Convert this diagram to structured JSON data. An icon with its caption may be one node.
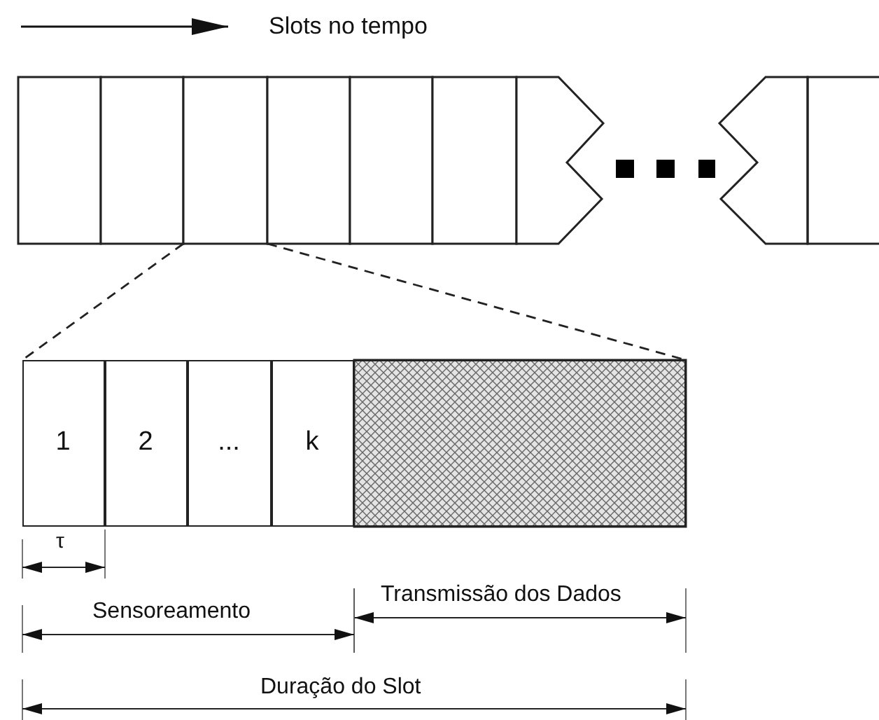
{
  "diagram": {
    "nodes": [
      {
        "text": [],
        "shape": "box"
      },
      {
        "text": [],
        "shape": "box"
      },
      {
        "text": [],
        "shape": "box"
      },
      {
        "text": [],
        "shape": "box"
      },
      {
        "text": [],
        "shape": "box"
      },
      {
        "text": [],
        "shape": "box"
      },
      {
        "text": [],
        "shape": "box"
      },
      {
        "text": [],
        "shape": "box"
      },
      {
        "text": [],
        "shape": "box"
      },
      {
        "text": [],
        "shape": "box"
      },
      {
        "text": [
          "1"
        ],
        "in": 9
      },
      {
        "text": [
          "2"
        ],
        "in": 9
      },
      {
        "text": [
          "..."
        ],
        "in": 9
      },
      {
        "text": [
          "k"
        ],
        "in": 9
      },
      {
        "text": [],
        "shape": "box",
        "in": 9
      }
    ],
    "edges": [
      {
        "from": 2,
        "to": 9,
        "arrow": "none",
        "style": "dashed"
      },
      {
        "from": 2,
        "to": 9,
        "arrow": "none",
        "style": "dashed"
      }
    ],
    "labels": [
      "Slots no tempo",
      "τ",
      "Transmissão dos Dados",
      "Sensoreamento",
      "Duração do Slot"
    ]
  }
}
